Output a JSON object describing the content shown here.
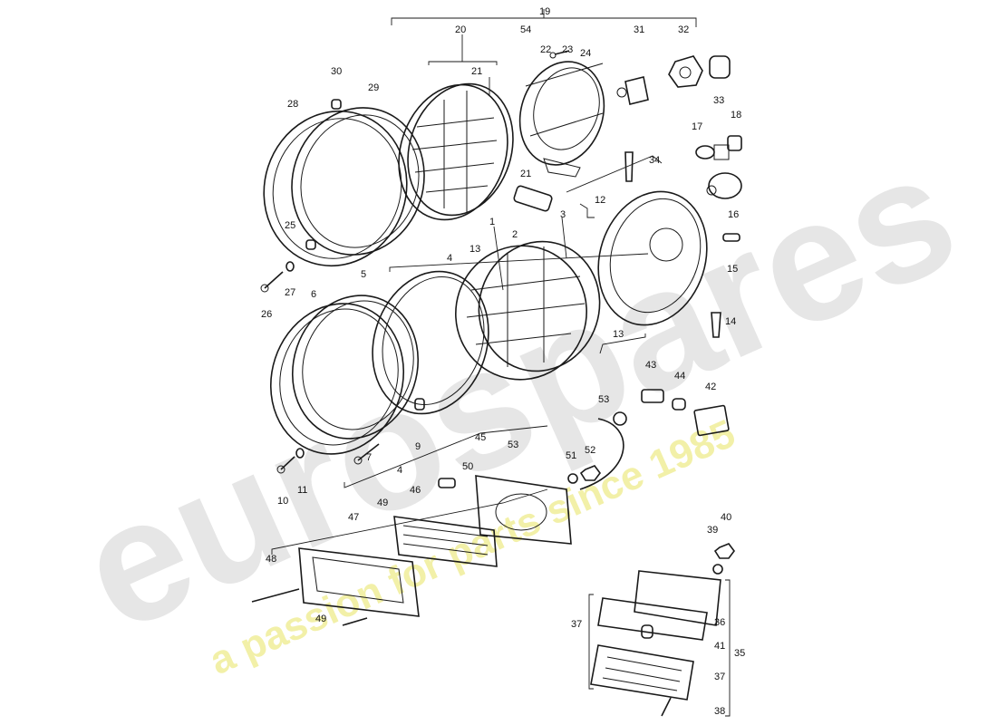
{
  "watermark": {
    "brand": "eurospares",
    "tagline": "a passion for parts since 1985",
    "brand_color": "#e6e6e6",
    "tagline_color": "#f2f0a8"
  },
  "callouts": {
    "c1": "1",
    "c2": "2",
    "c3": "3",
    "c4a": "4",
    "c4b": "4",
    "c5": "5",
    "c6": "6",
    "c7": "7",
    "c9": "9",
    "c10": "10",
    "c11": "11",
    "c12": "12",
    "c13a": "13",
    "c13b": "13",
    "c14": "14",
    "c15": "15",
    "c16": "16",
    "c17": "17",
    "c18": "18",
    "c19": "19",
    "c20": "20",
    "c21a": "21",
    "c21b": "21",
    "c22": "22",
    "c23": "23",
    "c24": "24",
    "c25": "25",
    "c26": "26",
    "c27": "27",
    "c28": "28",
    "c29": "29",
    "c30": "30",
    "c31": "31",
    "c32": "32",
    "c33": "33",
    "c34": "34",
    "c35": "35",
    "c36": "36",
    "c37a": "37",
    "c37b": "37",
    "c38": "38",
    "c39": "39",
    "c40": "40",
    "c41": "41",
    "c42": "42",
    "c43": "43",
    "c44": "44",
    "c45": "45",
    "c46": "46",
    "c47": "47",
    "c48": "48",
    "c49a": "49",
    "c49b": "49",
    "c50": "50",
    "c51": "51",
    "c52": "52",
    "c53a": "53",
    "c53b": "53",
    "c54": "54"
  }
}
